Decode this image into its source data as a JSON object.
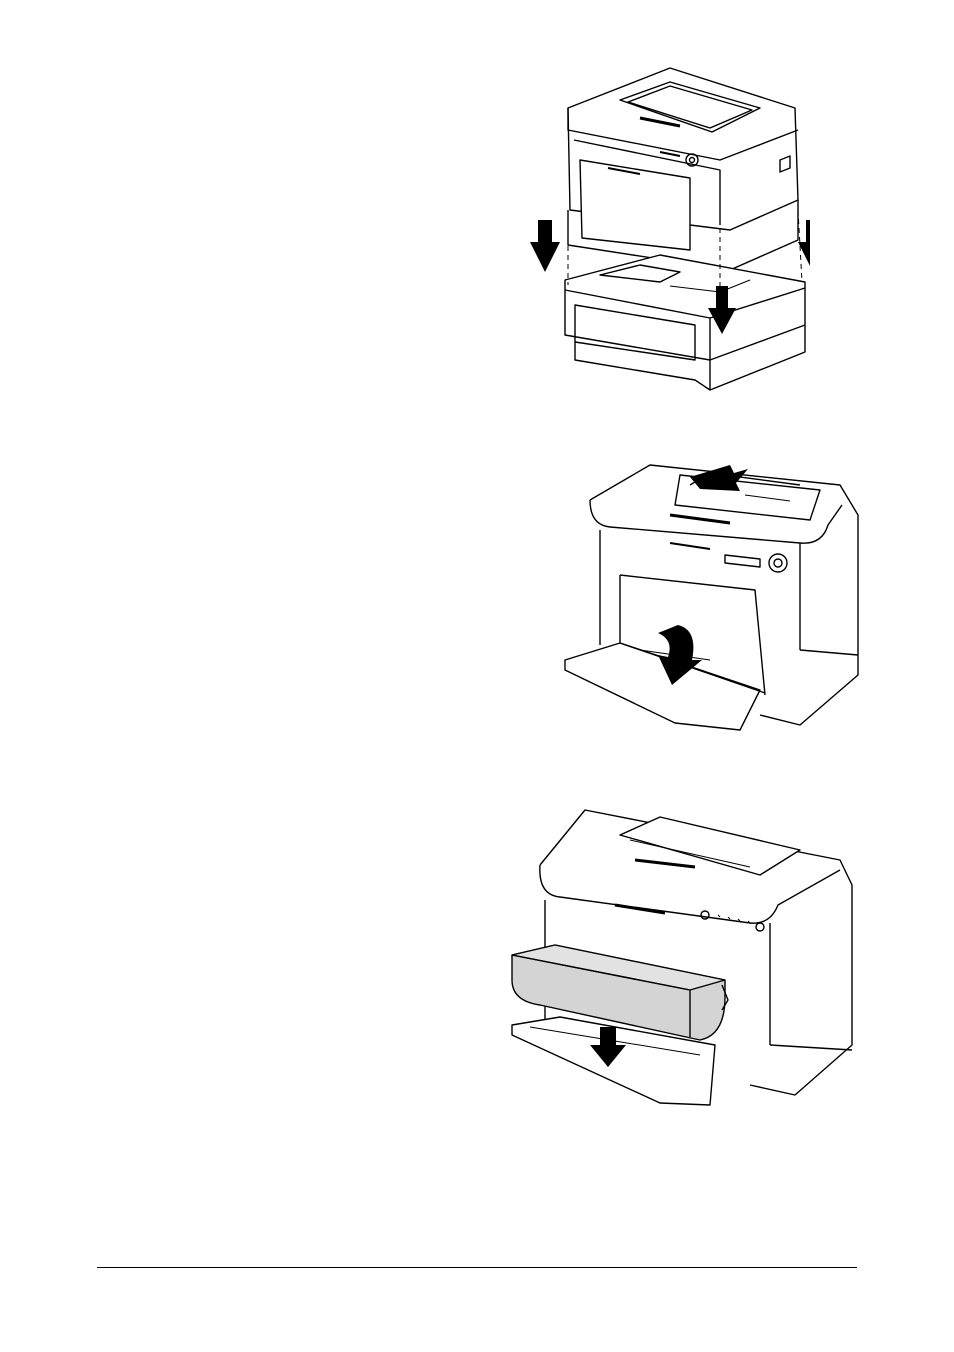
{
  "page": {
    "figures": [
      {
        "name": "printer-on-lower-tray-unit-figure"
      },
      {
        "name": "open-manual-feed-tray-figure"
      },
      {
        "name": "lower-dust-cover-figure"
      }
    ],
    "footer": {
      "left": "",
      "right": ""
    },
    "colors": {
      "line": "#000000",
      "paper": "#ffffff",
      "cover_fill": "#d4d4d4"
    }
  }
}
